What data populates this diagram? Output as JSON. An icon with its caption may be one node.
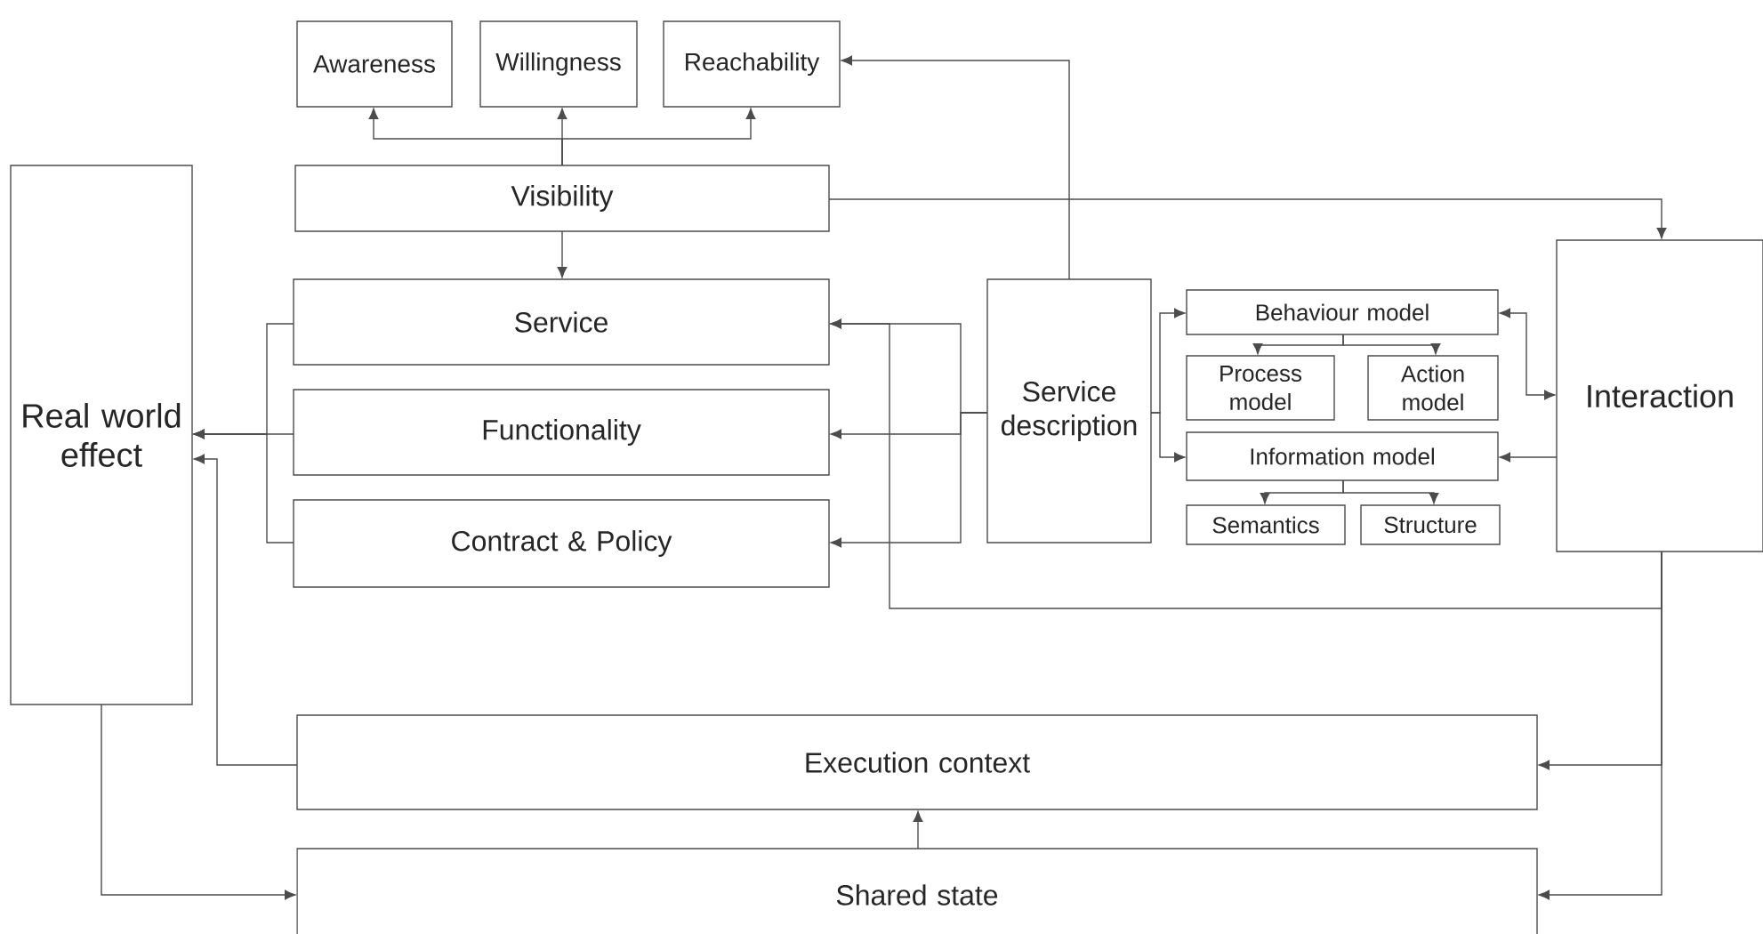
{
  "diagram": {
    "nodes": [
      {
        "text": [
          "Awareness"
        ]
      },
      {
        "text": [
          "Willingness"
        ]
      },
      {
        "text": [
          "Reachability"
        ]
      },
      {
        "text": [
          "Visibility"
        ]
      },
      {
        "text": [
          "Real world effect"
        ]
      },
      {
        "text": [
          "Service"
        ]
      },
      {
        "text": [
          "Functionality"
        ]
      },
      {
        "text": [
          "Contract & Policy"
        ]
      },
      {
        "text": [
          "Service description"
        ]
      },
      {
        "text": [
          "Behaviour model"
        ]
      },
      {
        "text": [
          "Process model"
        ]
      },
      {
        "text": [
          "Action model"
        ]
      },
      {
        "text": [
          "Information model"
        ]
      },
      {
        "text": [
          "Semantics"
        ]
      },
      {
        "text": [
          "Structure"
        ]
      },
      {
        "text": [
          "Interaction"
        ]
      },
      {
        "text": [
          "Execution context"
        ]
      },
      {
        "text": [
          "Shared state"
        ]
      }
    ],
    "edges": [
      {
        "from": 3,
        "to": 0,
        "arrow": "to"
      },
      {
        "from": 3,
        "to": 1,
        "arrow": "to"
      },
      {
        "from": 3,
        "to": 2,
        "arrow": "to"
      },
      {
        "from": 3,
        "to": 5,
        "arrow": "to"
      },
      {
        "from": 3,
        "to": 15,
        "arrow": "to"
      },
      {
        "from": 8,
        "to": 2,
        "arrow": "to"
      },
      {
        "from": 8,
        "to": 5,
        "arrow": "to"
      },
      {
        "from": 8,
        "to": 6,
        "arrow": "to"
      },
      {
        "from": 8,
        "to": 7,
        "arrow": "to"
      },
      {
        "from": 15,
        "to": 5,
        "arrow": "to"
      },
      {
        "from": 5,
        "to": 4,
        "arrow": "to"
      },
      {
        "from": 6,
        "to": 4,
        "arrow": "to"
      },
      {
        "from": 7,
        "to": 4,
        "arrow": "to"
      },
      {
        "from": 16,
        "to": 4,
        "arrow": "to"
      },
      {
        "from": 4,
        "to": 17,
        "arrow": "to"
      },
      {
        "from": 17,
        "to": 16,
        "arrow": "to"
      },
      {
        "from": 15,
        "to": 16,
        "arrow": "to"
      },
      {
        "from": 15,
        "to": 17,
        "arrow": "to"
      },
      {
        "from": 8,
        "to": 9,
        "arrow": "to"
      },
      {
        "from": 8,
        "to": 12,
        "arrow": "to"
      },
      {
        "from": 9,
        "to": 10,
        "arrow": "to"
      },
      {
        "from": 9,
        "to": 11,
        "arrow": "to"
      },
      {
        "from": 12,
        "to": 13,
        "arrow": "to"
      },
      {
        "from": 12,
        "to": 14,
        "arrow": "to"
      },
      {
        "from": 9,
        "to": 15,
        "arrow": "both"
      },
      {
        "from": 15,
        "to": 12,
        "arrow": "to"
      }
    ]
  }
}
